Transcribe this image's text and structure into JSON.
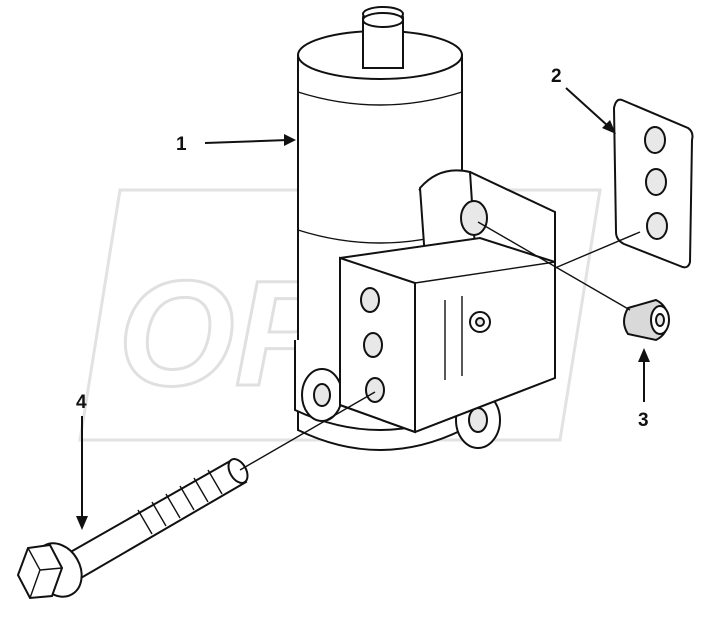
{
  "diagram": {
    "watermark": "OPEX",
    "callouts": [
      {
        "id": "1",
        "label": "1"
      },
      {
        "id": "2",
        "label": "2"
      },
      {
        "id": "3",
        "label": "3"
      },
      {
        "id": "4",
        "label": "4"
      }
    ],
    "parts": [
      {
        "callout": "1",
        "name": "solenoid-assembly"
      },
      {
        "callout": "2",
        "name": "gasket-plate"
      },
      {
        "callout": "3",
        "name": "plug-fitting"
      },
      {
        "callout": "4",
        "name": "flange-bolt"
      }
    ]
  }
}
